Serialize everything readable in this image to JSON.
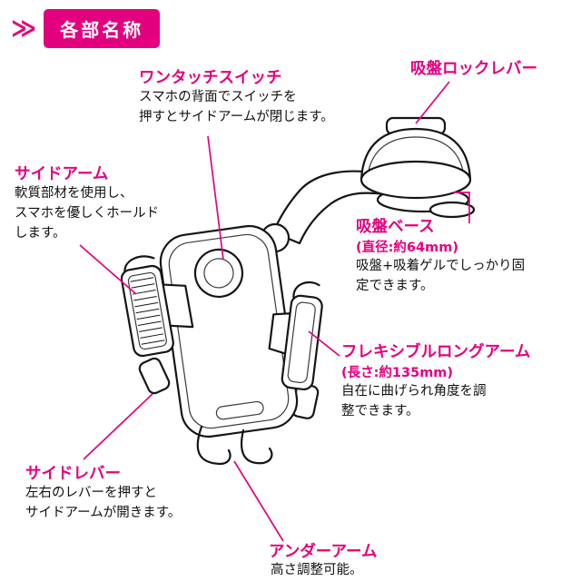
{
  "accent": "#e3007f",
  "header": {
    "chevron": "≫",
    "title": "各部名称"
  },
  "callouts": {
    "one_touch_switch": {
      "title": "ワンタッチスイッチ",
      "desc": "スマホの背面でスイッチを\n押すとサイドアームが閉じます。"
    },
    "suction_lock_lever": {
      "title": "吸盤ロックレバー"
    },
    "side_arm": {
      "title": "サイドアーム",
      "desc": "軟質部材を使用し、\nスマホを優しくホールド\nします。"
    },
    "suction_base": {
      "title": "吸盤ベース",
      "spec": "(直径:約64mm)",
      "desc": "吸盤+吸着ゲルでしっかり固\n定できます。"
    },
    "flexible_long_arm": {
      "title": "フレキシブルロングアーム",
      "spec": "(長さ:約135mm)",
      "desc": "自在に曲げられ角度を調\n整できます。"
    },
    "side_lever": {
      "title": "サイドレバー",
      "desc": "左右のレバーを押すと\nサイドアームが開きます。"
    },
    "under_arm": {
      "title": "アンダーアーム",
      "desc": "高さ調整可能。"
    }
  }
}
